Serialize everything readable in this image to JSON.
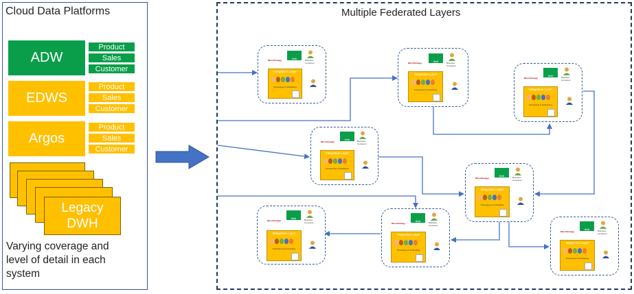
{
  "left": {
    "title": "Cloud Data Platforms",
    "platforms": [
      {
        "name": "ADW",
        "tables": [
          "Product",
          "Sales",
          "Customer"
        ],
        "color": "#0a9e4a"
      },
      {
        "name": "EDWS",
        "tables": [
          "Product",
          "Sales",
          "Customer"
        ],
        "color": "#ffc000"
      },
      {
        "name": "Argos",
        "tables": [
          "Product",
          "Sales",
          "Customer"
        ],
        "color": "#ffc000"
      }
    ],
    "legacy": [
      "Legacy",
      "DWH"
    ],
    "footer": [
      "Varying coverage and",
      "level of detail in each",
      "system"
    ]
  },
  "right": {
    "title": "Multiple Federated Layers",
    "node": {
      "integration_title": "Integration Layer",
      "integration_sub": "Processing & Scheduling",
      "microstrategy": "MicroStrategy",
      "consumer_label": [
        "Business",
        "Consumer"
      ],
      "analytics_box": "dbdb"
    }
  },
  "colors": {
    "arrow": "#4472c4",
    "frame": "#1f3864",
    "green": "#0a9e4a",
    "amber": "#ffc000"
  },
  "icons": [
    "big-arrow-icon",
    "person-icon",
    "analytics-icon",
    "data-cylinder-icon",
    "document-icon"
  ]
}
